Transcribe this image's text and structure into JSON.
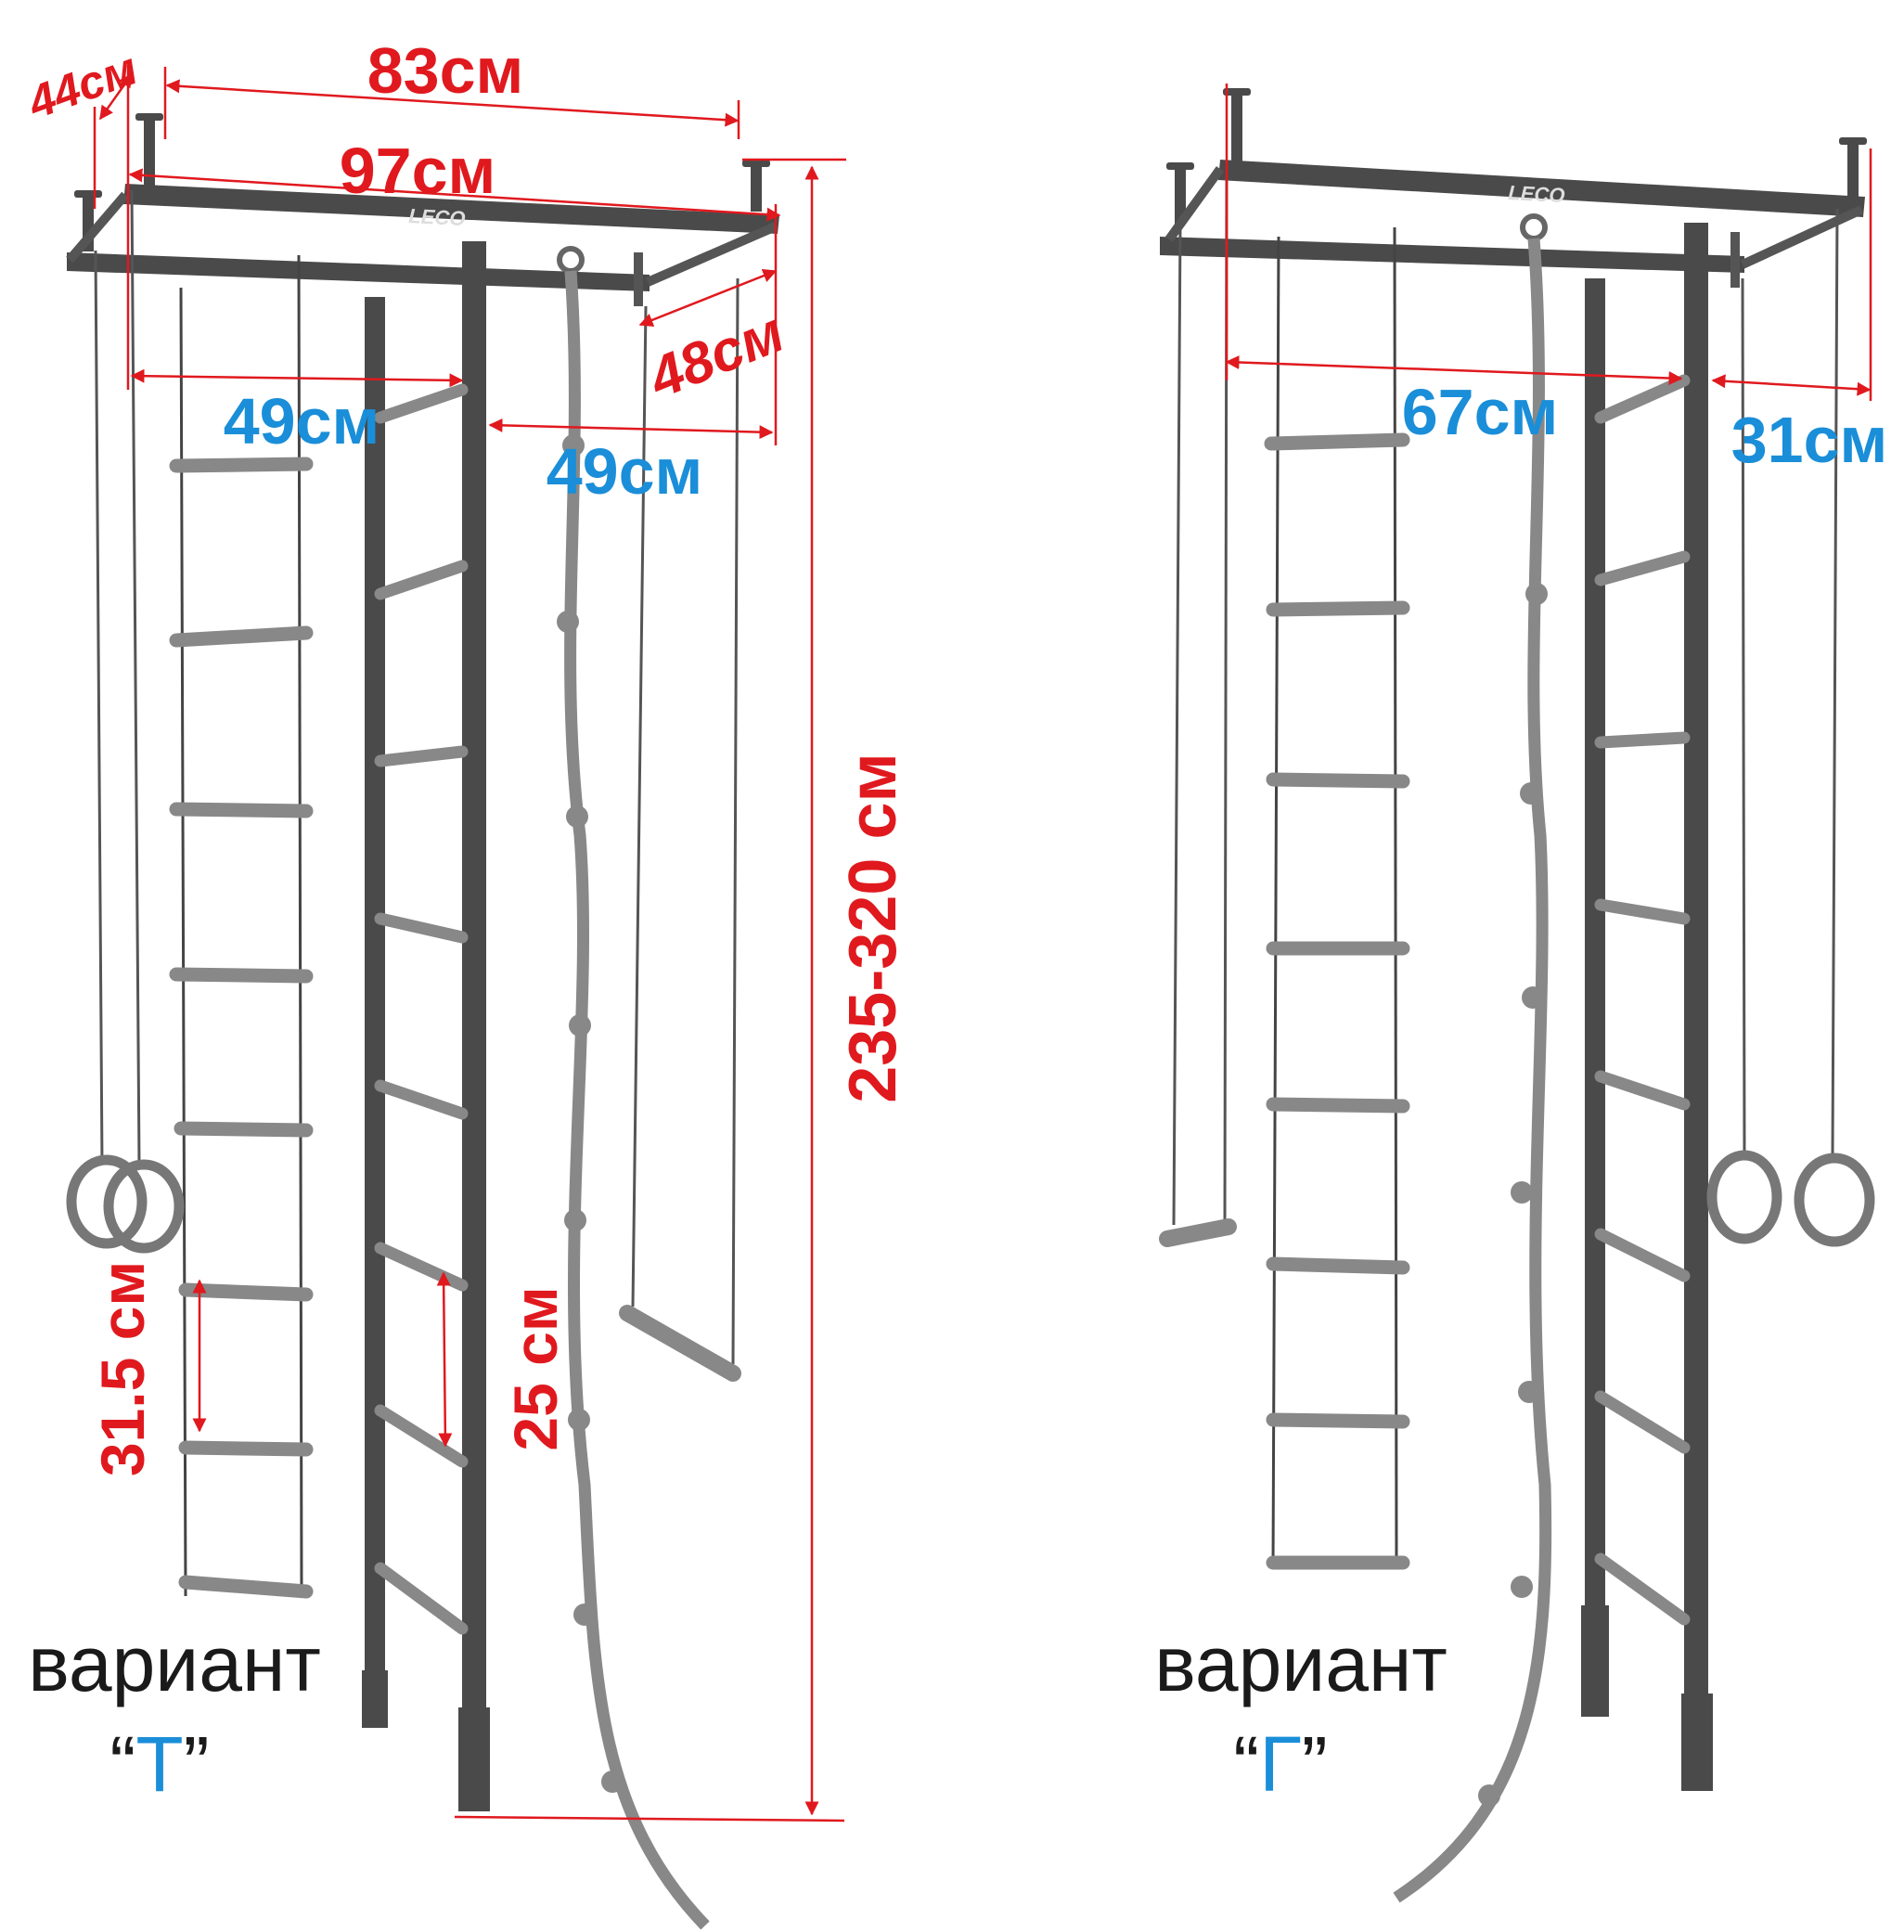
{
  "variant_t": {
    "dimensions": {
      "depth_top": "44см",
      "inner_width": "83см",
      "outer_width": "97см",
      "side_depth": "48см",
      "left_offset": "49см",
      "right_offset": "49см",
      "height": "235-320 см",
      "ladder_step": "31.5 см",
      "wall_bar_step": "25 см"
    },
    "caption": "вариант",
    "letter_open": "“",
    "letter": "Т",
    "letter_close": "”",
    "logo": "LECO"
  },
  "variant_g": {
    "dimensions": {
      "left_width": "67см",
      "right_width": "31см"
    },
    "caption": "вариант",
    "letter_open": "“",
    "letter": "Г",
    "letter_close": "”",
    "logo": "LECO"
  },
  "colors": {
    "dimension_red": "#e0191e",
    "dimension_blue": "#1a8ed8",
    "frame": "#4a4a4a",
    "rung": "#888888"
  }
}
